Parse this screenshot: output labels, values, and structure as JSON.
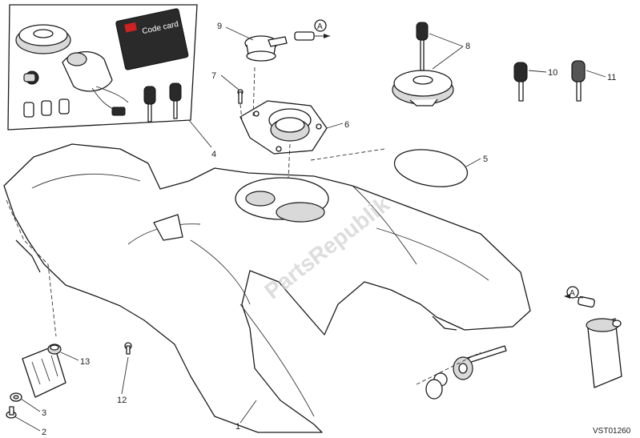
{
  "callouts": {
    "c1": "1",
    "c2": "2",
    "c3": "3",
    "c4": "4",
    "c5": "5",
    "c6": "6",
    "c7": "7",
    "c8": "8",
    "c9": "9",
    "c10": "10",
    "c11": "11",
    "c12": "12",
    "c13": "13"
  },
  "arrows": {
    "a_top": "A",
    "a_right": "A"
  },
  "code_card_text": "Code card",
  "watermark": "PartsRepublik",
  "drawing_ref": "VST01260"
}
